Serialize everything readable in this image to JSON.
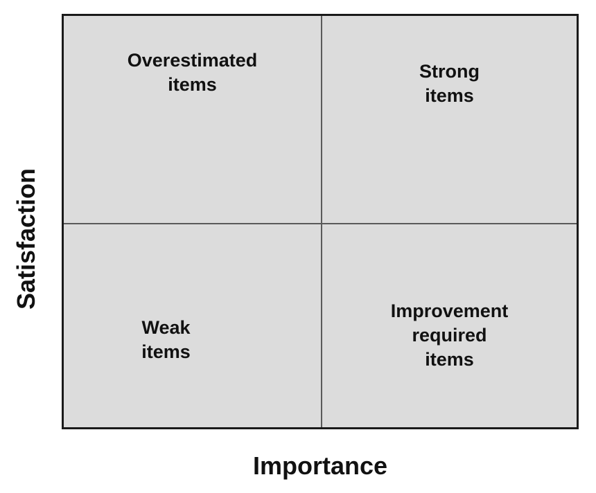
{
  "axes": {
    "x_label": "Importance",
    "y_label": "Satisfaction"
  },
  "quadrants": {
    "top_left": "Overestimated\nitems",
    "top_right": "Strong\nitems",
    "bottom_left": "Weak\nitems",
    "bottom_right": "Improvement\nrequired\nitems"
  },
  "colors": {
    "quadrant_fill": "#dcdcdc",
    "border": "#1a1a1a",
    "divider": "#5a5a5a",
    "text": "#111111"
  }
}
